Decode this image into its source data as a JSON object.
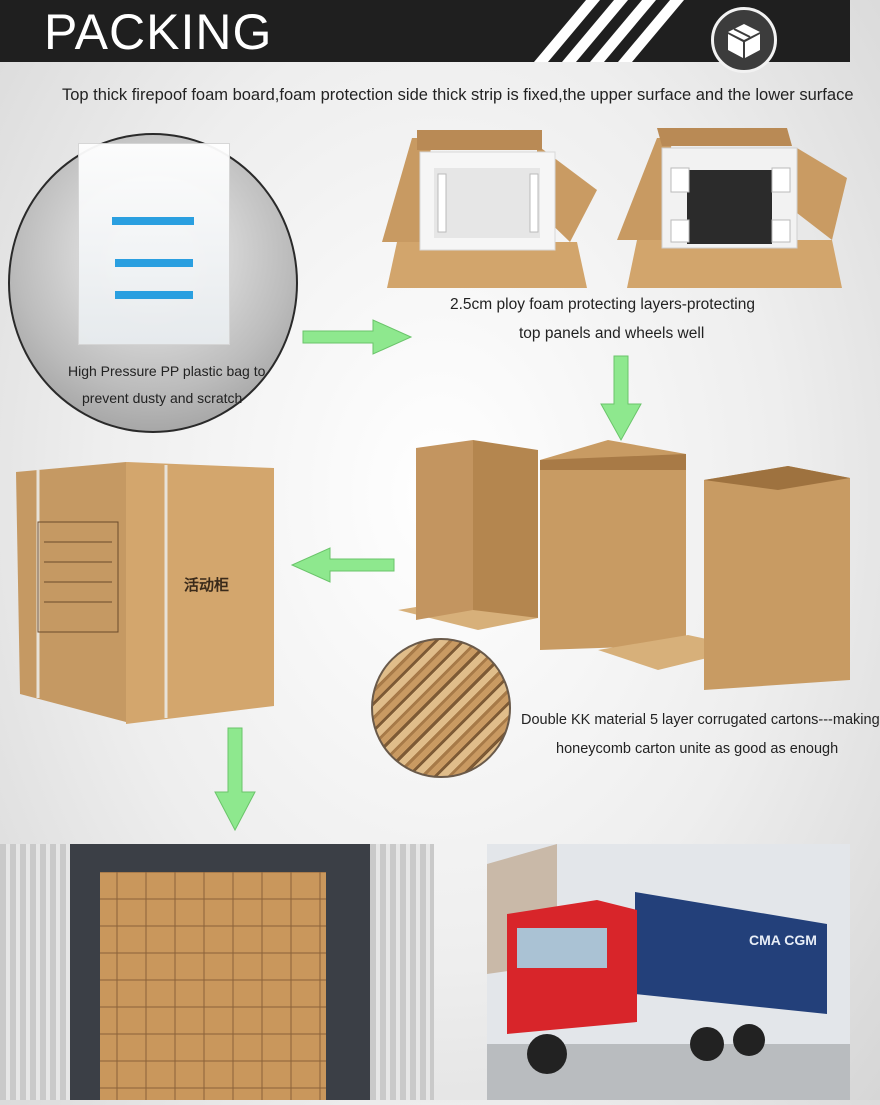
{
  "header": {
    "title": "PACKING",
    "icon": "box-icon",
    "background": "#1f1f1f"
  },
  "captions": {
    "top": "Top thick firepoof foam board,foam protection side thick strip is fixed,the upper surface and the lower surface",
    "foam_line1": "2.5cm ploy foam protecting layers-protecting",
    "foam_line2": "top panels and wheels well",
    "bag_line1": "High Pressure PP plastic bag to",
    "bag_line2": "prevent dusty and scratch",
    "kk_line1": "Double KK material 5 layer corrugated cartons---making",
    "kk_line2": "honeycomb carton unite as good as enough"
  },
  "carton_label": "活动柜",
  "arrow_color": "#8ee88e",
  "truck": {
    "container_brand": "CMA CGM"
  }
}
